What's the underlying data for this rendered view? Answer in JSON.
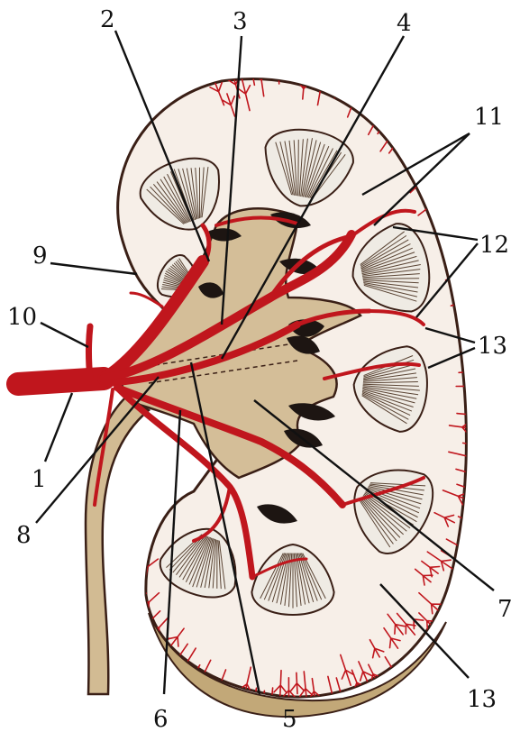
{
  "colors": {
    "background": "#ffffff",
    "cortex": "#f7efe8",
    "outline": "#3a1f16",
    "artery": "#c0161d",
    "artery_dark": "#8f0d12",
    "pelvis": "#d4be98",
    "pelvis_shade": "#b79f78",
    "ureter": "#d2bb93",
    "pyramid_fill": "#efebe4",
    "pyramid_stripe": "#5a4434",
    "calyx_dark": "#1d1512",
    "label_text": "#111111",
    "leader": "#111111"
  },
  "labels": [
    {
      "id": "1",
      "text": "1"
    },
    {
      "id": "2",
      "text": "2"
    },
    {
      "id": "3",
      "text": "3"
    },
    {
      "id": "4",
      "text": "4"
    },
    {
      "id": "5",
      "text": "5"
    },
    {
      "id": "6",
      "text": "6"
    },
    {
      "id": "7",
      "text": "7"
    },
    {
      "id": "8",
      "text": "8"
    },
    {
      "id": "9",
      "text": "9"
    },
    {
      "id": "10",
      "text": "10"
    },
    {
      "id": "11",
      "text": "11"
    },
    {
      "id": "12",
      "text": "12"
    },
    {
      "id": "13a",
      "text": "13"
    },
    {
      "id": "13b",
      "text": "13"
    }
  ]
}
